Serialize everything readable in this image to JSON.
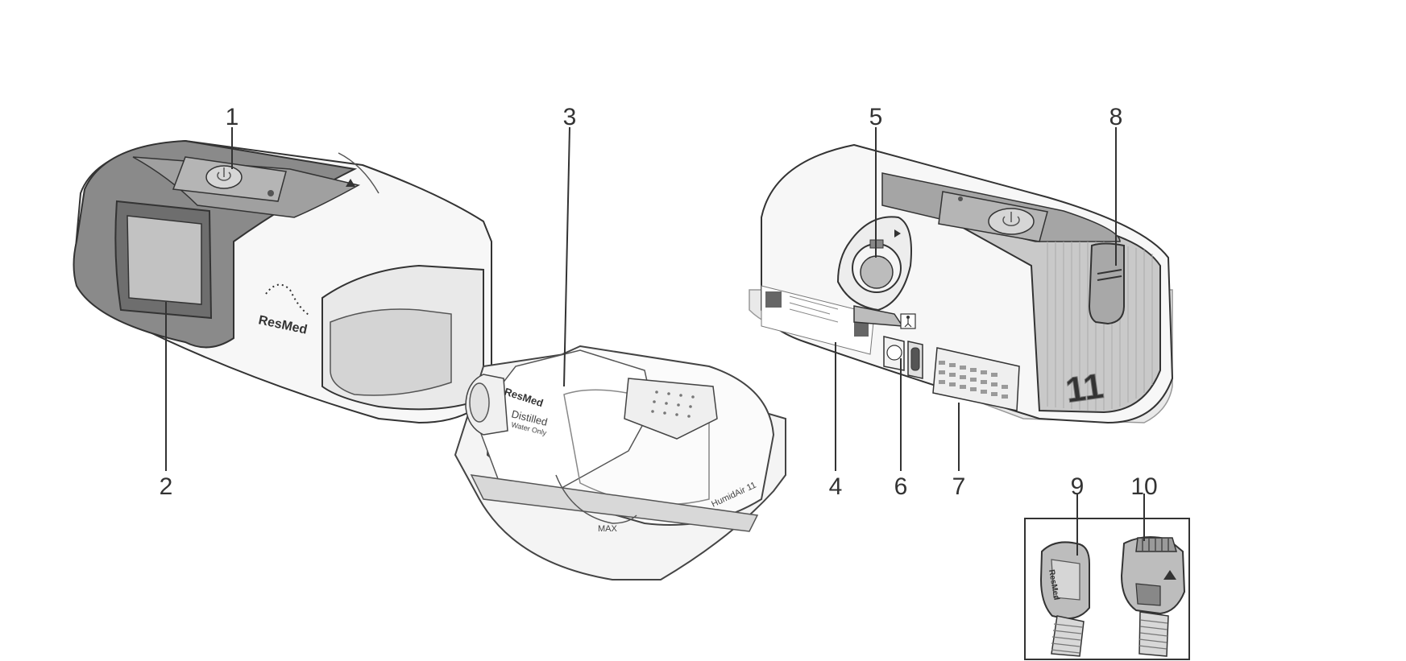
{
  "callouts": [
    "1",
    "2",
    "3",
    "4",
    "5",
    "6",
    "7",
    "8",
    "9",
    "10"
  ],
  "device_text": {
    "brand": "ResMed",
    "model_number": "11",
    "water_label_line1": "Distilled",
    "water_label_line2": "Water Only",
    "max_label": "MAX",
    "humidifier_name": "HumidAir 11"
  },
  "colors": {
    "line": "#333333",
    "panel_dark": "#8a8a8a",
    "panel_mid": "#b5b5b5",
    "body_light": "#f7f7f7",
    "tub_clear": "#f4f4f4"
  },
  "icons": [
    "power-icon",
    "bluetooth-icon",
    "person-icon"
  ]
}
